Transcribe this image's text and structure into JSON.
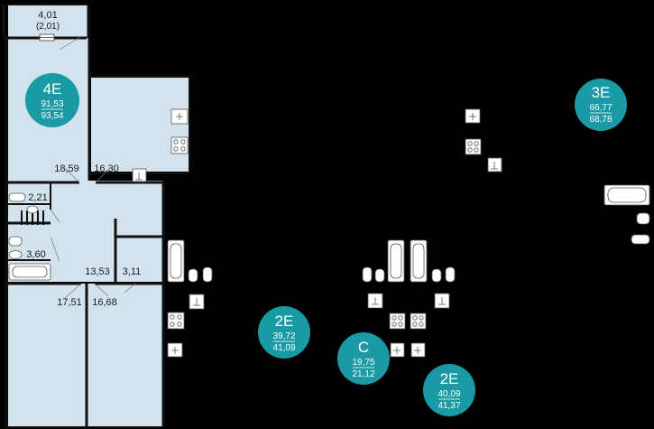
{
  "colors": {
    "background": "#000000",
    "room_fill": "#d3e3ed",
    "wall": "#111111",
    "badge": "#1a9aa5",
    "badge_text": "#ffffff"
  },
  "balcony": {
    "area": "4,01",
    "area_reduced": "(2,01)"
  },
  "rooms": {
    "kitchen": "18,59",
    "bedroom": "16,30",
    "bathroom_top": "2,21",
    "bathroom_bottom": "3,60",
    "hall": "13,53",
    "closet": "3,11",
    "room_left": "17,51",
    "room_right": "16,68"
  },
  "apartments": [
    {
      "id": "apt-4e",
      "code": "4E",
      "living_area": "91,53",
      "total_area": "93,54"
    },
    {
      "id": "apt-3e",
      "code": "3E",
      "living_area": "66,77",
      "total_area": "68,78"
    },
    {
      "id": "apt-2e-a",
      "code": "2E",
      "living_area": "39,72",
      "total_area": "41,09"
    },
    {
      "id": "apt-c",
      "code": "C",
      "living_area": "19,75",
      "total_area": "21,12"
    },
    {
      "id": "apt-2e-b",
      "code": "2E",
      "living_area": "40,09",
      "total_area": "41,37"
    }
  ],
  "icons": [
    "bathtub-icon",
    "toilet-icon",
    "sink-icon",
    "stove-icon",
    "kitchen-sink-icon",
    "radiator-icon"
  ]
}
